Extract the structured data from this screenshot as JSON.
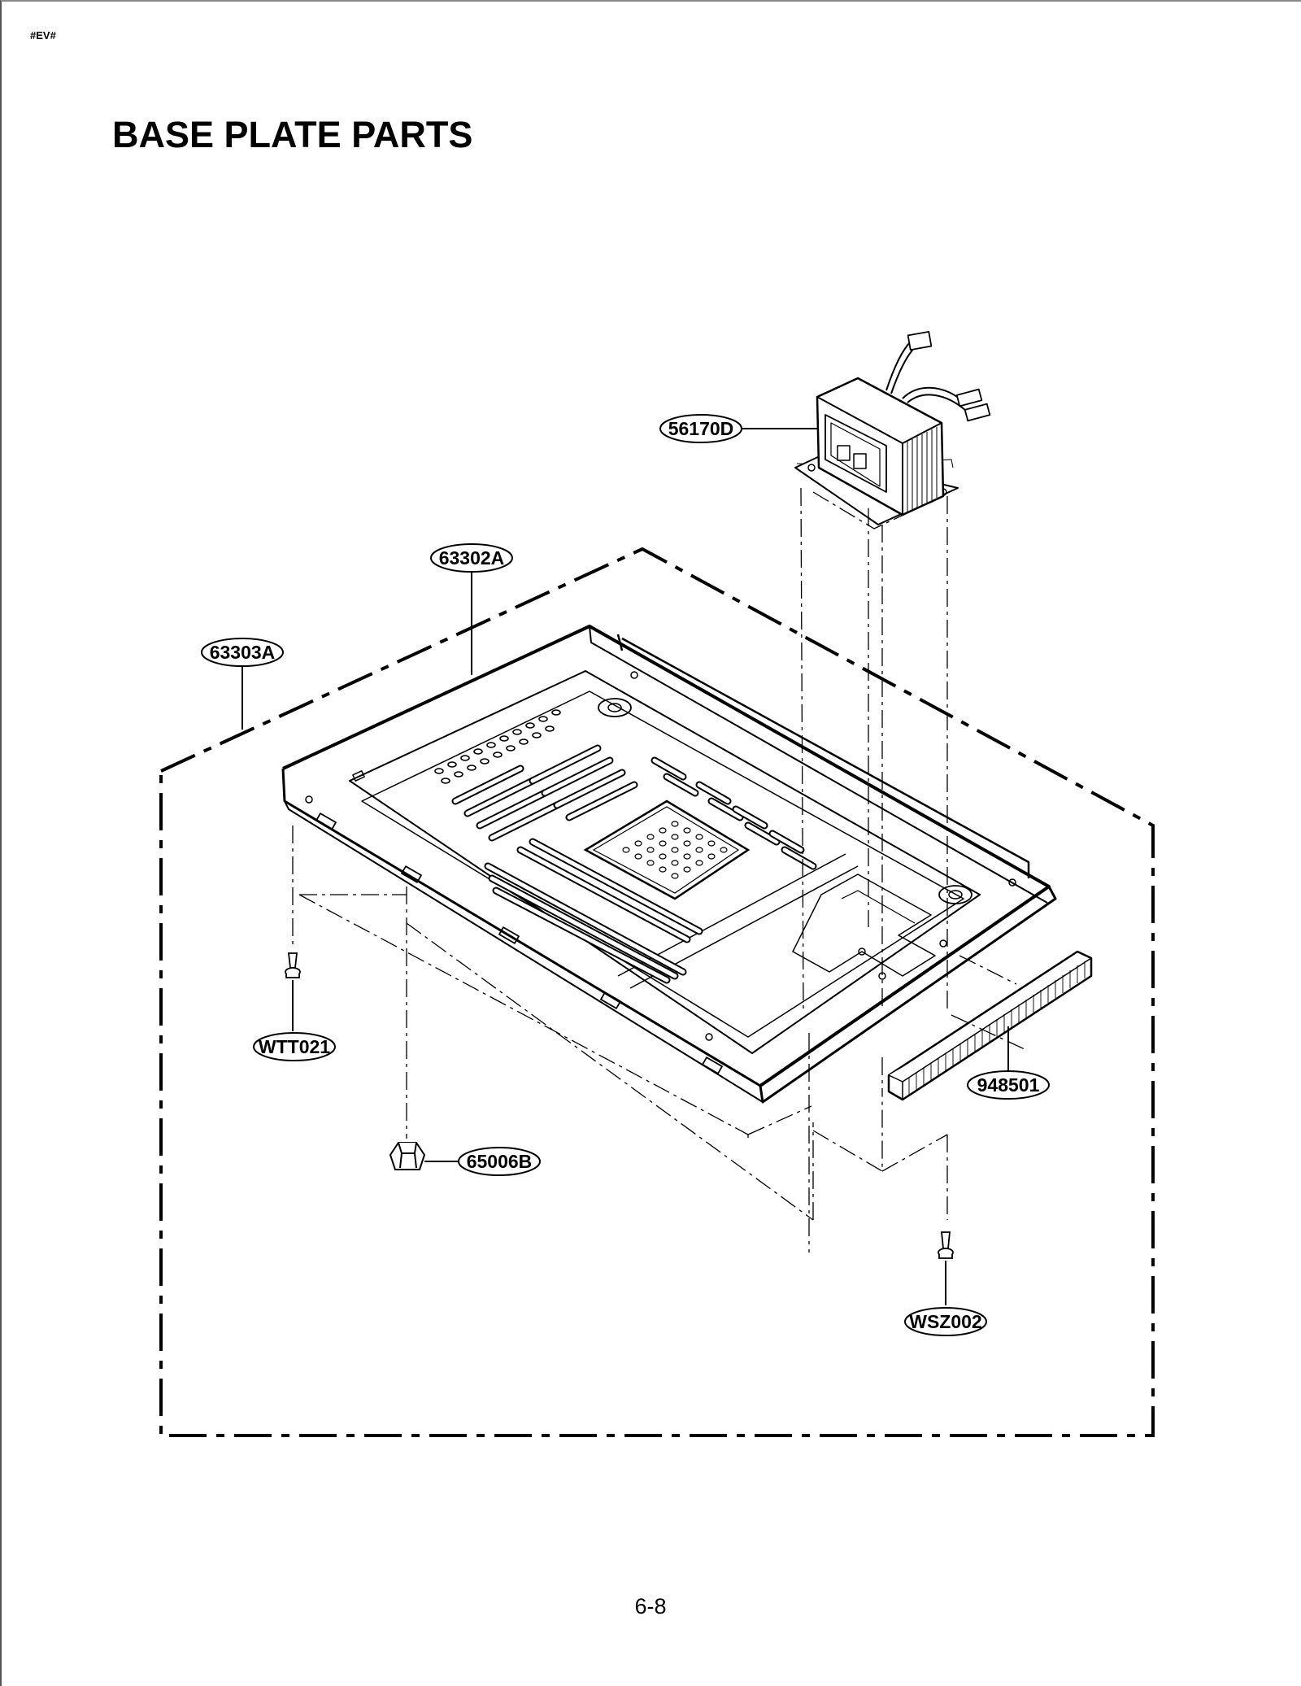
{
  "page": {
    "tag": "#EV#",
    "title": "BASE PLATE PARTS",
    "number": "6-8"
  },
  "callouts": {
    "transformer": "56170D",
    "base_plate": "63302A",
    "base_assembly": "63303A",
    "screw_left": "WTT021",
    "foot": "65006B",
    "gasket": "948501",
    "screw_right": "WSZ002"
  }
}
